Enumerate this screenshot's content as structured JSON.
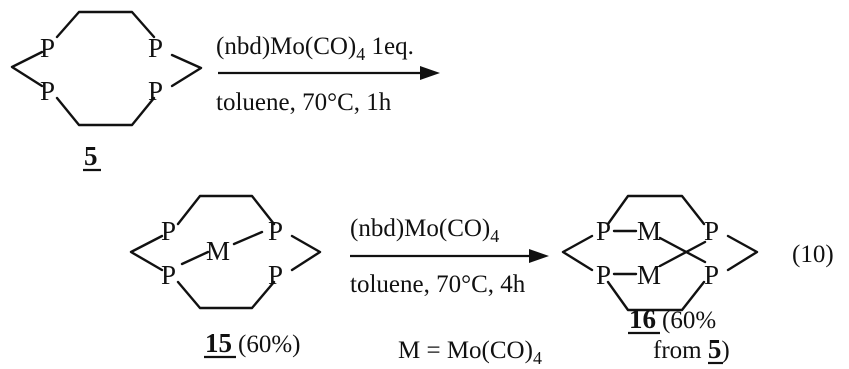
{
  "atoms": {
    "phosphorus": "P",
    "metal": "M"
  },
  "step1": {
    "reagent": "(nbd)Mo(CO)",
    "reagent_sub": "4",
    "reagent_tail": " 1eq.",
    "conditions": "toluene, 70°C, 1h"
  },
  "step2": {
    "reagent": "(nbd)Mo(CO)",
    "reagent_sub": "4",
    "conditions": "toluene, 70°C, 4h"
  },
  "compound_5": {
    "number": "5"
  },
  "compound_15": {
    "number": "15",
    "yield": " (60%)"
  },
  "compound_16": {
    "number": "16",
    "yield": " (60%",
    "yield_from": "from ",
    "from_number": "5",
    "yield_close": ")"
  },
  "definition": {
    "text": "M = Mo(CO)",
    "sub": "4"
  },
  "equation_number": "(10)"
}
